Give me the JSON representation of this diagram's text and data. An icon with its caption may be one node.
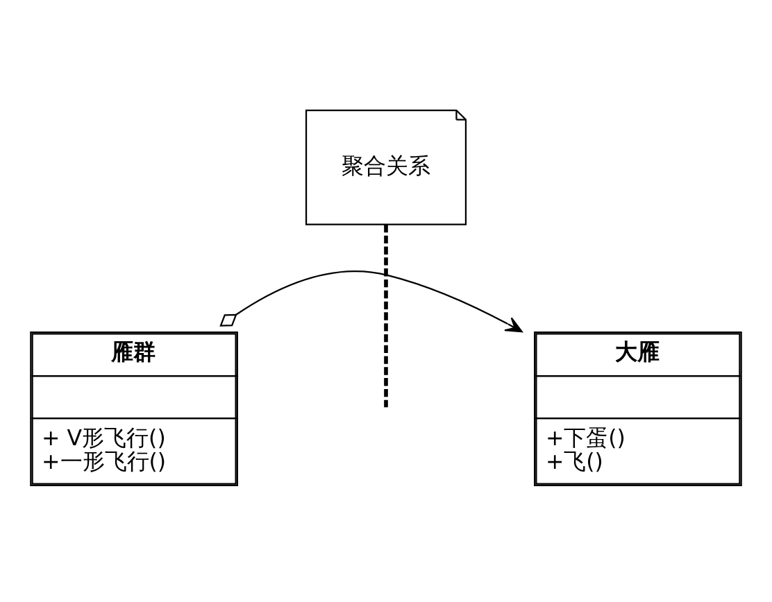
{
  "diagram": {
    "nodes": [
      {
        "text": [
          "雁群",
          "+ V形飞行()",
          "+一形飞行()"
        ]
      },
      {
        "text": [
          "大雁",
          "+下蛋()",
          "+飞()"
        ]
      },
      {
        "text": [
          "聚合关系"
        ]
      }
    ],
    "edges": [
      {
        "from": 0,
        "to": 1,
        "arrow": "to"
      },
      {
        "from": 2,
        "to": null,
        "arrow": "none",
        "style": "dashed"
      }
    ]
  }
}
